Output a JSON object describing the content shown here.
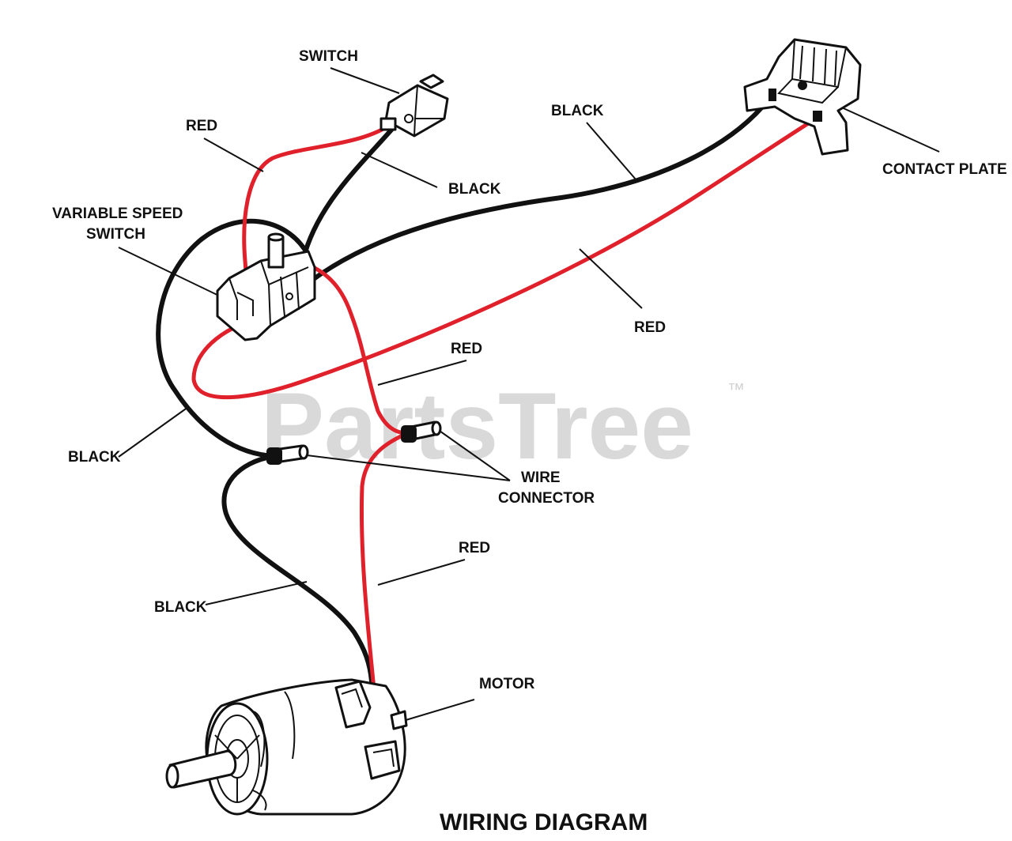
{
  "watermark": {
    "brand": "PartsTree",
    "trademark": "™"
  },
  "title": "WIRING DIAGRAM",
  "colors": {
    "red_wire": "#e0202a",
    "black_wire": "#111111",
    "watermark": "#d9d9d9"
  },
  "labels": {
    "switch": "SWITCH",
    "red_top": "RED",
    "black_switch": "BLACK",
    "black_top": "BLACK",
    "contact_plate": "CONTACT PLATE",
    "vss_line1": "VARIABLE SPEED",
    "vss_line2": "SWITCH",
    "red_right": "RED",
    "red_mid": "RED",
    "black_left": "BLACK",
    "wire_connector_line1": "WIRE",
    "wire_connector_line2": "CONNECTOR",
    "red_lower": "RED",
    "black_lower": "BLACK",
    "motor": "MOTOR"
  }
}
